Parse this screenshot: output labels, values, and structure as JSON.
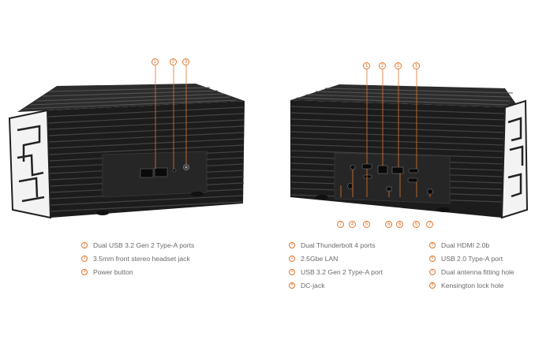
{
  "callouts": {
    "left_top": [
      "1",
      "2",
      "3"
    ],
    "right_top": [
      "1",
      "2",
      "3",
      "1"
    ],
    "right_bottom": [
      "7",
      "4",
      "5",
      "6",
      "6",
      "5",
      "7"
    ]
  },
  "legend_left": [
    {
      "num": "1",
      "text": "Dual USB 3.2 Gen 2 Type-A ports"
    },
    {
      "num": "2",
      "text": "3.5mm front stereo headset jack"
    },
    {
      "num": "3",
      "text": "Power button"
    }
  ],
  "legend_mid": [
    {
      "num": "1",
      "text": "Dual Thunderbolt 4 ports"
    },
    {
      "num": "2",
      "text": "2.5Gbe LAN"
    },
    {
      "num": "3",
      "text": "USB 3.2 Gen 2 Type-A port"
    },
    {
      "num": "4",
      "text": "DC-jack"
    }
  ],
  "legend_right": [
    {
      "num": "5",
      "text": "Dual HDMI 2.0b"
    },
    {
      "num": "6",
      "text": "USB 2.0 Type-A port"
    },
    {
      "num": "7",
      "text": "Dual antenna fitting hole"
    },
    {
      "num": "8",
      "text": "Kensington lock hole"
    }
  ],
  "colors": {
    "accent": "#e0762c",
    "case": "#1e1e1e",
    "text": "#6a6a6a"
  }
}
